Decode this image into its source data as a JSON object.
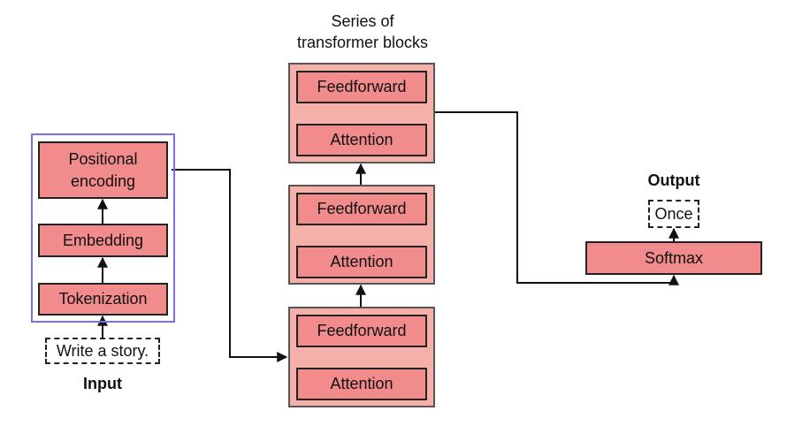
{
  "title_line1": "Series of",
  "title_line2": "transformer blocks",
  "preprocessing": {
    "positional": "Positional encoding",
    "embedding": "Embedding",
    "tokenization": "Tokenization"
  },
  "input": {
    "text": "Write a story.",
    "label": "Input"
  },
  "blocks": [
    {
      "feedforward": "Feedforward",
      "attention": "Attention"
    },
    {
      "feedforward": "Feedforward",
      "attention": "Attention"
    },
    {
      "feedforward": "Feedforward",
      "attention": "Attention"
    }
  ],
  "output": {
    "label": "Output",
    "token": "Once",
    "softmax": "Softmax"
  },
  "colors": {
    "box_fill": "#f28b8b",
    "block_fill": "#f4b0a9",
    "frame": "#7b6cf0"
  }
}
